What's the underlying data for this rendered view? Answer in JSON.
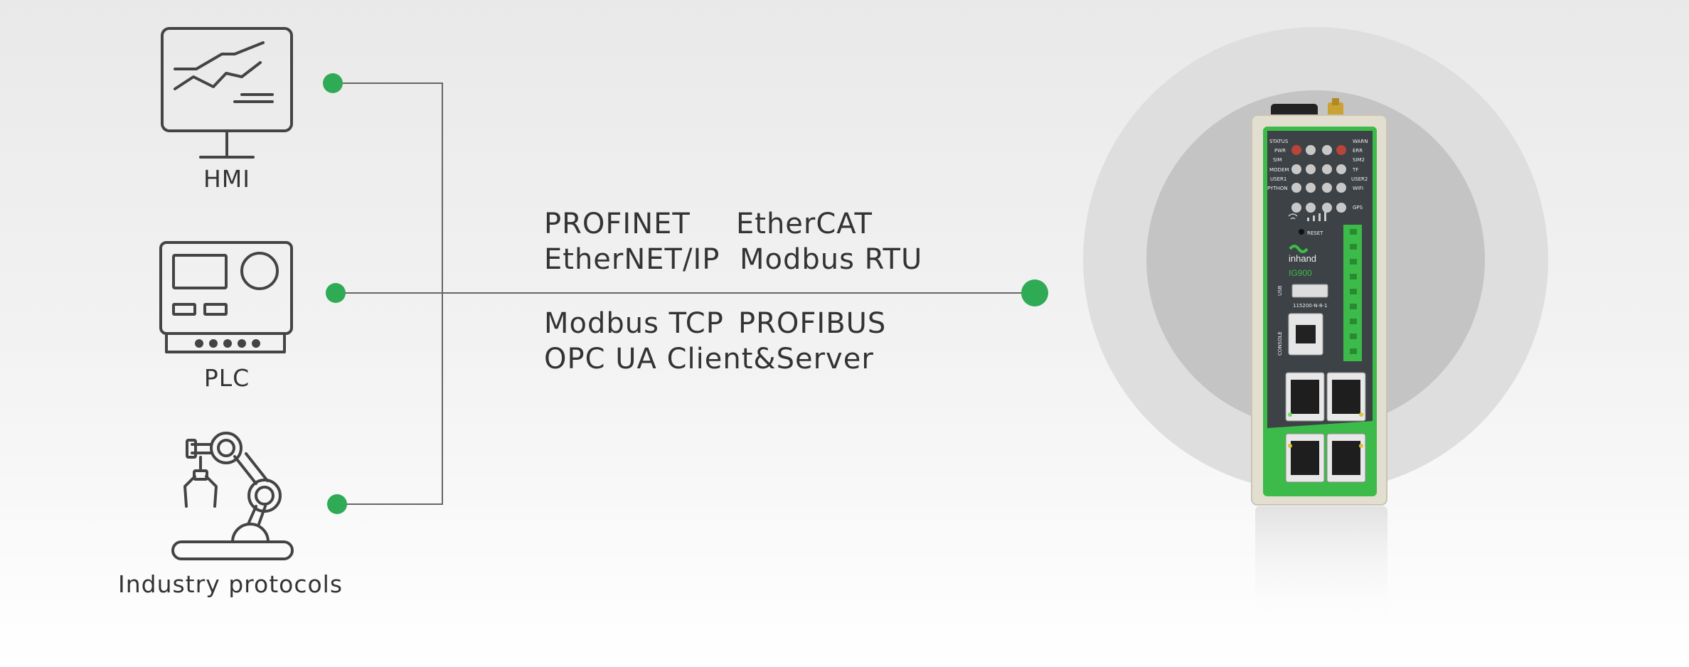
{
  "devices": [
    {
      "label": "HMI",
      "icon": "monitor-chart-icon"
    },
    {
      "label": "PLC",
      "icon": "plc-controller-icon"
    },
    {
      "label": "Industry protocols",
      "icon": "robot-arm-icon"
    }
  ],
  "protocols": {
    "row1": [
      "PROFINET",
      "EtherCAT"
    ],
    "row2": [
      "EtherNET/IP",
      "Modbus RTU"
    ],
    "row3": [
      "Modbus TCP",
      "PROFIBUS"
    ],
    "row4": [
      "OPC UA Client&Server"
    ]
  },
  "gateway": {
    "brand": "inhand",
    "model": "IG900",
    "led_labels": {
      "status": "STATUS",
      "pwr": "PWR",
      "sim": "SIM",
      "modem": "MODEM",
      "user1": "USER1",
      "python": "PYTHON",
      "warn": "WARN",
      "err": "ERR",
      "sim2": "SIM2",
      "tf": "TF",
      "user2": "USER2",
      "wifi": "WIFI",
      "gps": "GPS"
    },
    "reset_label": "RESET",
    "usb_label": "USB",
    "console_label": "CONSOLE",
    "baud_label": "115200-N-8-1",
    "colors": {
      "accent_green": "#3dbb4a",
      "body_gray": "#3d4246",
      "case_beige": "#e3dfd0"
    }
  },
  "colors": {
    "dot_green": "#2faa55",
    "line": "#666666"
  }
}
